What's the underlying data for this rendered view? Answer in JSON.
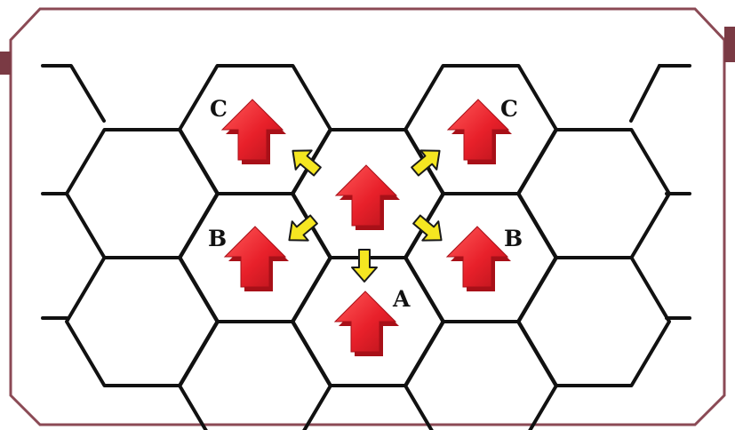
{
  "colors": {
    "frame_border": "#8b4a55",
    "frame_accent": "#7a3a44",
    "grid_line": "#111111",
    "arrow_red": "#e8202a",
    "arrow_dark": "#a81018",
    "arrow_yellow": "#f5e621",
    "arrow_yellow_edge": "#1a1a1a"
  },
  "diagram": {
    "labels": {
      "c_left": "C",
      "c_right": "C",
      "b_left": "B",
      "b_right": "B",
      "a": "A"
    },
    "unit_facing": "up",
    "adjacent_moves": [
      "up-left",
      "up-right",
      "down-left",
      "down-right",
      "down"
    ]
  }
}
